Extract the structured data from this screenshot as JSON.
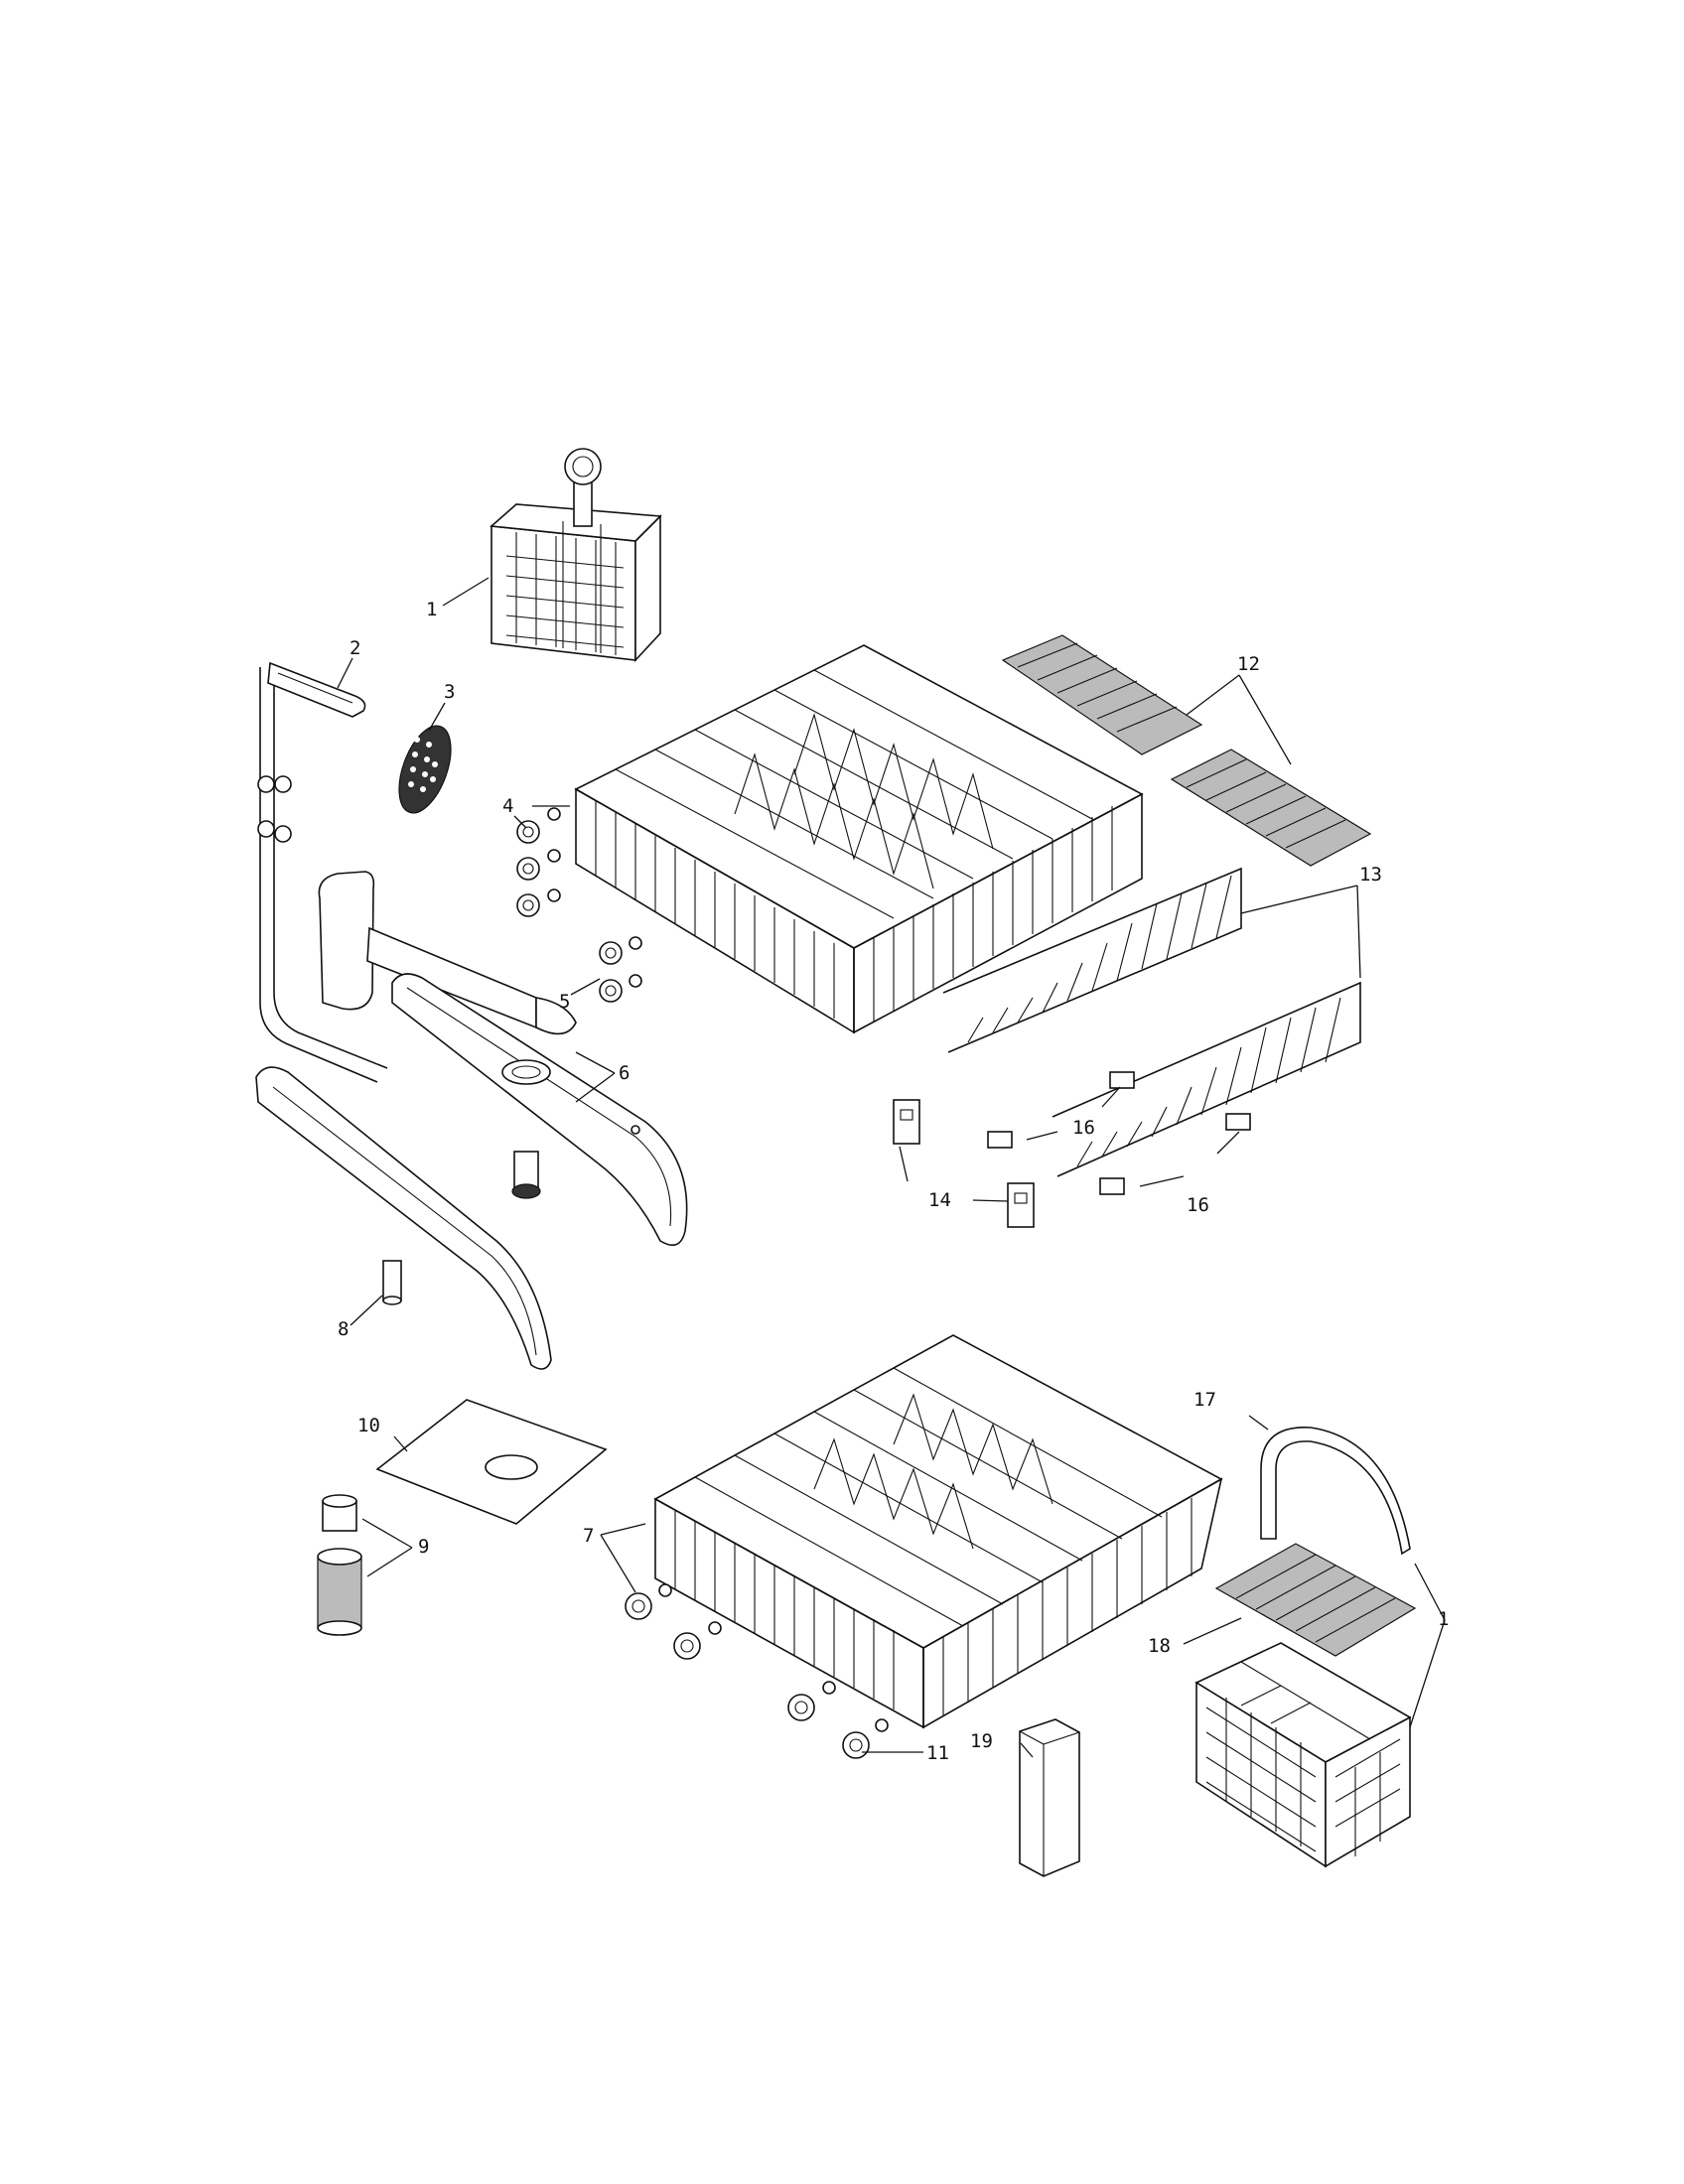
{
  "labels": {
    "l1": "1",
    "l1b": "1",
    "l2": "2",
    "l3": "3",
    "l4": "4",
    "l5": "5",
    "l6": "6",
    "l7": "7",
    "l8": "8",
    "l9": "9",
    "l10": "10",
    "l11": "11",
    "l12": "12",
    "l13": "13",
    "l14": "14",
    "l16a": "16",
    "l16b": "16",
    "l17": "17",
    "l18": "18",
    "l19": "19"
  }
}
